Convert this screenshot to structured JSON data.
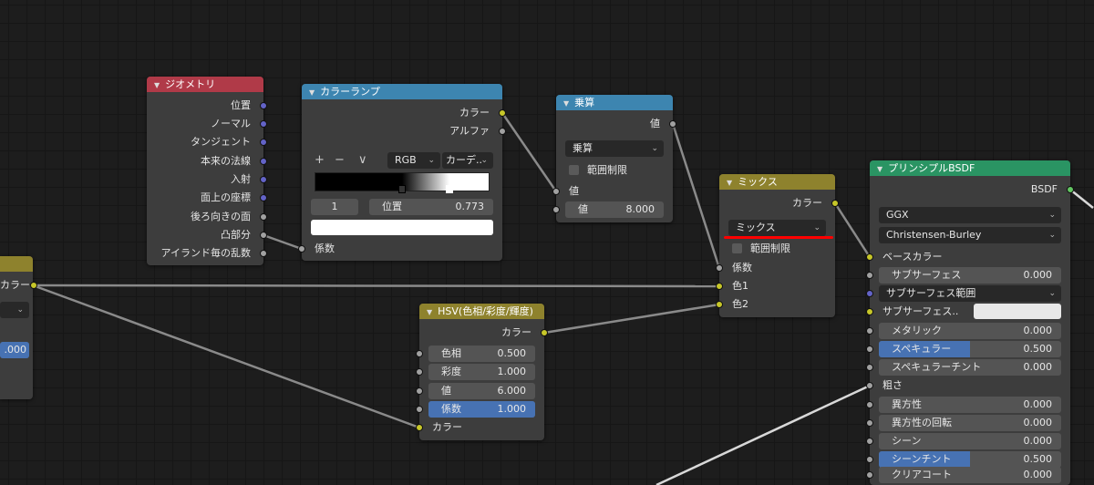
{
  "socket_colors": {
    "color": "#c7c729",
    "float": "#a1a1a1",
    "vector": "#6363c7",
    "shader": "#63c763"
  },
  "annotation_color": "#ff0000",
  "nodes": [
    {
      "id": "left",
      "title": "",
      "header_color": "#8e822d",
      "rows": [
        {
          "kind": "output",
          "label": "カラー",
          "socket": "color"
        },
        {
          "kind": "dropdown",
          "label": ""
        },
        {
          "kind": "field",
          "label": "",
          "value": ".000",
          "fill": 1
        }
      ]
    },
    {
      "id": "geometry",
      "title": "ジオメトリ",
      "header_color": "#b03a48",
      "rows": [
        {
          "kind": "output",
          "label": "位置",
          "socket": "vector"
        },
        {
          "kind": "output",
          "label": "ノーマル",
          "socket": "vector"
        },
        {
          "kind": "output",
          "label": "タンジェント",
          "socket": "vector"
        },
        {
          "kind": "output",
          "label": "本来の法線",
          "socket": "vector"
        },
        {
          "kind": "output",
          "label": "入射",
          "socket": "vector"
        },
        {
          "kind": "output",
          "label": "面上の座標",
          "socket": "vector"
        },
        {
          "kind": "output",
          "label": "後ろ向きの面",
          "socket": "float"
        },
        {
          "kind": "output",
          "label": "凸部分",
          "socket": "float"
        },
        {
          "kind": "output",
          "label": "アイランド毎の乱数",
          "socket": "float"
        }
      ]
    },
    {
      "id": "colorramp",
      "title": "カラーランプ",
      "header_color": "#3d85b0",
      "rows": [
        {
          "kind": "output",
          "label": "カラー",
          "socket": "color"
        },
        {
          "kind": "output",
          "label": "アルファ",
          "socket": "float"
        },
        {
          "kind": "ramp_controls",
          "add": "+",
          "remove": "−",
          "menu": "∨",
          "color_mode": "RGB",
          "interpolation": "カーデ.."
        },
        {
          "kind": "ramp",
          "stops": [
            {
              "pos": 0.5,
              "color": "#000000"
            },
            {
              "pos": 0.773,
              "color": "#ffffff"
            }
          ],
          "selected": 1
        },
        {
          "kind": "ramp_fields",
          "index": "1",
          "pos_label": "位置",
          "pos_value": "0.773"
        },
        {
          "kind": "swatch",
          "color": "#ffffff"
        },
        {
          "kind": "input",
          "label": "係数",
          "socket": "float"
        }
      ]
    },
    {
      "id": "multiply",
      "title": "乗算",
      "header_color": "#3d85b0",
      "rows": [
        {
          "kind": "output",
          "label": "値",
          "socket": "float"
        },
        {
          "kind": "dropdown",
          "label": "乗算"
        },
        {
          "kind": "checkbox",
          "label": "範囲制限",
          "checked": false
        },
        {
          "kind": "input",
          "label": "値",
          "socket": "float"
        },
        {
          "kind": "field",
          "label": "値",
          "value": "8.000",
          "fill": 0,
          "socket": "float"
        }
      ]
    },
    {
      "id": "mix",
      "title": "ミックス",
      "header_color": "#8e822d",
      "rows": [
        {
          "kind": "output",
          "label": "カラー",
          "socket": "color"
        },
        {
          "kind": "dropdown",
          "label": "ミックス"
        },
        {
          "kind": "checkbox",
          "label": "範囲制限",
          "checked": false
        },
        {
          "kind": "input",
          "label": "係数",
          "socket": "float"
        },
        {
          "kind": "input",
          "label": "色1",
          "socket": "color"
        },
        {
          "kind": "input",
          "label": "色2",
          "socket": "color"
        }
      ]
    },
    {
      "id": "hsv",
      "title": "HSV(色相/彩度/輝度)",
      "header_color": "#8e822d",
      "rows": [
        {
          "kind": "output",
          "label": "カラー",
          "socket": "color"
        },
        {
          "kind": "field",
          "label": "色相",
          "value": "0.500",
          "fill": 0,
          "socket": "float"
        },
        {
          "kind": "field",
          "label": "彩度",
          "value": "1.000",
          "fill": 0,
          "socket": "float"
        },
        {
          "kind": "field",
          "label": "値",
          "value": "6.000",
          "fill": 0,
          "socket": "float"
        },
        {
          "kind": "field",
          "label": "係数",
          "value": "1.000",
          "fill": 1,
          "socket": "float"
        },
        {
          "kind": "input",
          "label": "カラー",
          "socket": "color"
        }
      ]
    },
    {
      "id": "bsdf",
      "title": "プリンシプルBSDF",
      "header_color": "#2a9463",
      "rows": [
        {
          "kind": "output",
          "label": "BSDF",
          "socket": "shader"
        },
        {
          "kind": "dropdown",
          "label": "GGX"
        },
        {
          "kind": "dropdown",
          "label": "Christensen-Burley"
        },
        {
          "kind": "input",
          "label": "ベースカラー",
          "socket": "color"
        },
        {
          "kind": "field",
          "label": "サブサーフェス",
          "value": "0.000",
          "fill": 0,
          "socket": "float"
        },
        {
          "kind": "dropdown",
          "label": "サブサーフェス範囲",
          "socket": "vector"
        },
        {
          "kind": "color_field",
          "label": "サブサーフェス..",
          "color": "#e8e8e8",
          "socket": "color"
        },
        {
          "kind": "field",
          "label": "メタリック",
          "value": "0.000",
          "fill": 0,
          "socket": "float"
        },
        {
          "kind": "field",
          "label": "スペキュラー",
          "value": "0.500",
          "fill": 0.5,
          "socket": "float"
        },
        {
          "kind": "field",
          "label": "スペキュラーチント",
          "value": "0.000",
          "fill": 0,
          "socket": "float"
        },
        {
          "kind": "input",
          "label": "粗さ",
          "socket": "float"
        },
        {
          "kind": "field",
          "label": "異方性",
          "value": "0.000",
          "fill": 0,
          "socket": "float"
        },
        {
          "kind": "field",
          "label": "異方性の回転",
          "value": "0.000",
          "fill": 0,
          "socket": "float"
        },
        {
          "kind": "field",
          "label": "シーン",
          "value": "0.000",
          "fill": 0,
          "socket": "float"
        },
        {
          "kind": "field",
          "label": "シーンチント",
          "value": "0.500",
          "fill": 0.5,
          "socket": "float"
        },
        {
          "kind": "field",
          "label": "クリアコート",
          "value": "0.000",
          "fill": 0,
          "socket": "float"
        }
      ]
    }
  ]
}
